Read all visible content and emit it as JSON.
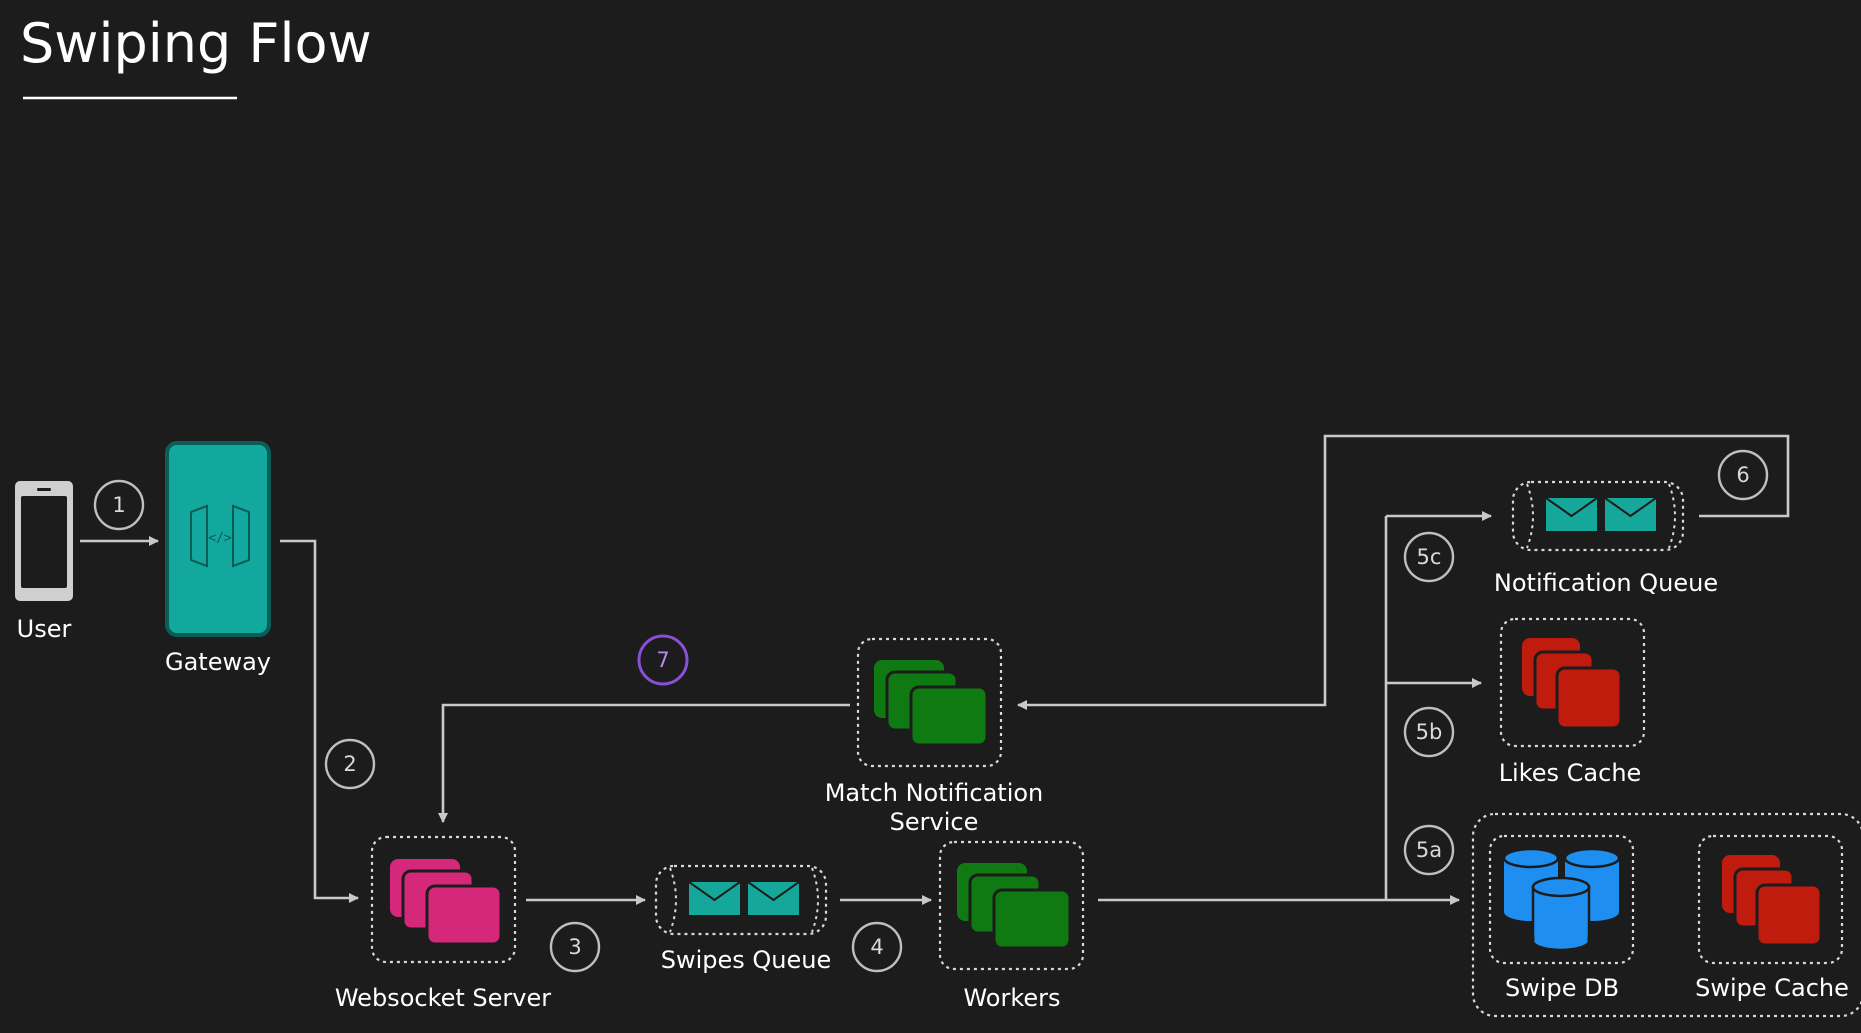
{
  "title": "Swiping Flow",
  "nodes": {
    "user": "User",
    "gateway": "Gateway",
    "websocket_server": "Websocket Server",
    "swipes_queue": "Swipes Queue",
    "workers": "Workers",
    "match_notification_service_line1": "Match Notification",
    "match_notification_service_line2": "Service",
    "notification_queue": "Notification Queue",
    "likes_cache": "Likes Cache",
    "swipe_db": "Swipe DB",
    "swipe_cache": "Swipe Cache"
  },
  "steps": {
    "s1": "1",
    "s2": "2",
    "s3": "3",
    "s4": "4",
    "s5a": "5a",
    "s5b": "5b",
    "s5c": "5c",
    "s6": "6",
    "s7": "7"
  },
  "icons": {
    "gateway": "api-gateway-icon",
    "websocket_server": "server-stack-icon",
    "queue": "message-queue-icon",
    "workers": "worker-stack-icon",
    "cache": "cache-stack-icon",
    "database": "database-cylinders-icon",
    "user": "smartphone-icon"
  },
  "colors": {
    "background": "#1c1c1c",
    "gateway": "#13a89e",
    "websocket": "#d6287a",
    "worker_green": "#0f7a12",
    "cache_red": "#c01c0e",
    "db_blue": "#1e8ff0",
    "queue_teal": "#15a89a",
    "step7_purple": "#8a4fd8"
  }
}
